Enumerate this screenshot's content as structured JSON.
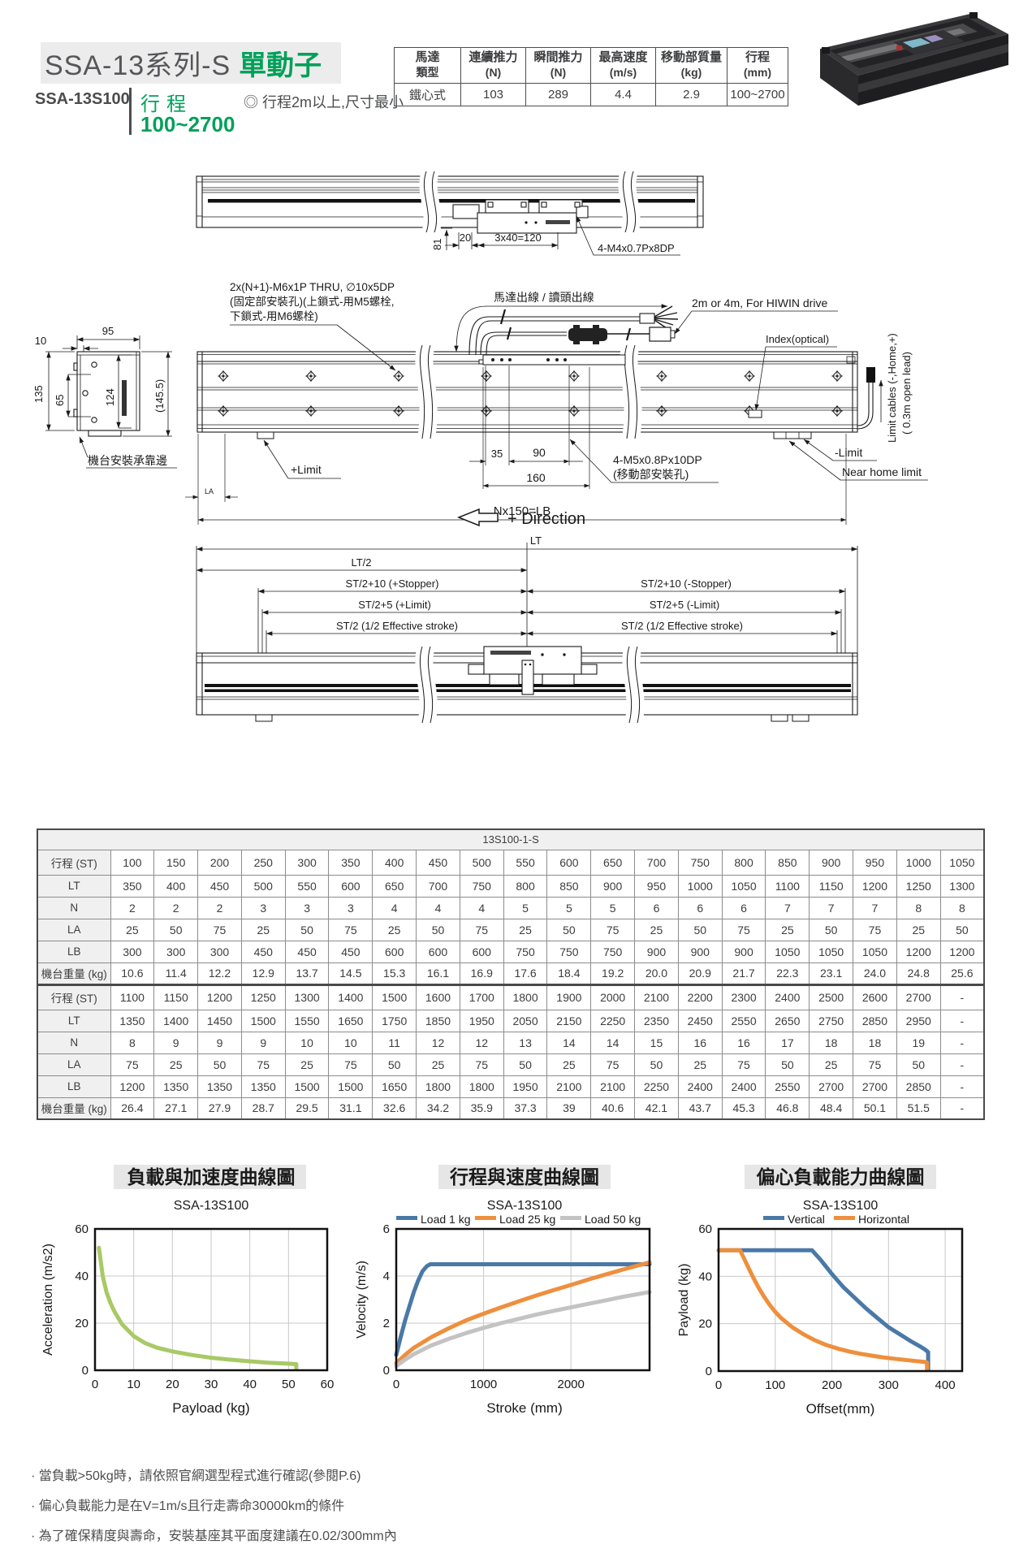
{
  "header": {
    "title_main": "SSA-13系列-S",
    "title_sub": "單動子",
    "model": "SSA-13S100",
    "stroke_label": "行程",
    "stroke_range": "100~2700",
    "note": "◎ 行程2m以上,尺寸最小",
    "accent_color": "#00a05a"
  },
  "spec_table": {
    "headers": [
      [
        "馬達",
        "類型"
      ],
      [
        "連續推力",
        "(N)"
      ],
      [
        "瞬間推力",
        "(N)"
      ],
      [
        "最高速度",
        "(m/s)"
      ],
      [
        "移動部質量",
        "(kg)"
      ],
      [
        "行程",
        "(mm)"
      ]
    ],
    "values": [
      "鐵心式",
      "103",
      "289",
      "4.4",
      "2.9",
      "100~2700"
    ]
  },
  "drawings": {
    "top": {
      "dim_81": "81",
      "dim_20": "20",
      "dim_120": "3x40=120",
      "holes": "4-M4x0.7Px8DP"
    },
    "side": {
      "fixing_l1": "2x(N+1)-M6x1P THRU, ∅10x5DP",
      "fixing_l2": "(固定部安裝孔)(上鎖式-用M5螺栓,",
      "fixing_l3": "下鎖式-用M6螺栓)",
      "motor_cable": "馬達出線 / 讀頭出線",
      "drive_cable": "2m or 4m, For HIWIN drive",
      "index": "Index(optical)",
      "limit_cables_l1": "Limit cables (-,Home,+)",
      "limit_cables_l2": "( 0.3m open lead)",
      "plus_limit": "+Limit",
      "minus_limit": "-Limit",
      "near_home": "Near home limit",
      "moving_l1": "4-M5x0.8Px10DP",
      "moving_l2": "(移動部安裝孔)",
      "nx150": "Nx150=LB",
      "la": "LA",
      "base_edge": "機台安裝承靠邊",
      "dim_95": "95",
      "dim_10": "10",
      "dim_135": "135",
      "dim_65": "65",
      "dim_124": "124",
      "dim_1455": "(145.5)",
      "dim_35": "35",
      "dim_90": "90",
      "dim_160": "160"
    },
    "stroke": {
      "direction": "+ Direction",
      "lt": "LT",
      "lt2": "LT/2",
      "stopper_p": "ST/2+10 (+Stopper)",
      "stopper_m": "ST/2+10 (-Stopper)",
      "limit_p": "ST/2+5 (+Limit)",
      "limit_m": "ST/2+5 (-Limit)",
      "stroke_p": "ST/2 (1/2 Effective stroke)",
      "stroke_m": "ST/2 (1/2 Effective stroke)"
    }
  },
  "dim_table": {
    "model_header": "13S100-1-S",
    "row_labels": [
      "行程 (ST)",
      "LT",
      "N",
      "LA",
      "LB",
      "機台重量 (kg)"
    ],
    "banks": [
      {
        "rows": [
          [
            "100",
            "150",
            "200",
            "250",
            "300",
            "350",
            "400",
            "450",
            "500",
            "550",
            "600",
            "650",
            "700",
            "750",
            "800",
            "850",
            "900",
            "950",
            "1000",
            "1050"
          ],
          [
            "350",
            "400",
            "450",
            "500",
            "550",
            "600",
            "650",
            "700",
            "750",
            "800",
            "850",
            "900",
            "950",
            "1000",
            "1050",
            "1100",
            "1150",
            "1200",
            "1250",
            "1300"
          ],
          [
            "2",
            "2",
            "2",
            "3",
            "3",
            "3",
            "4",
            "4",
            "4",
            "5",
            "5",
            "5",
            "6",
            "6",
            "6",
            "7",
            "7",
            "7",
            "8",
            "8"
          ],
          [
            "25",
            "50",
            "75",
            "25",
            "50",
            "75",
            "25",
            "50",
            "75",
            "25",
            "50",
            "75",
            "25",
            "50",
            "75",
            "25",
            "50",
            "75",
            "25",
            "50"
          ],
          [
            "300",
            "300",
            "300",
            "450",
            "450",
            "450",
            "600",
            "600",
            "600",
            "750",
            "750",
            "750",
            "900",
            "900",
            "900",
            "1050",
            "1050",
            "1050",
            "1200",
            "1200"
          ],
          [
            "10.6",
            "11.4",
            "12.2",
            "12.9",
            "13.7",
            "14.5",
            "15.3",
            "16.1",
            "16.9",
            "17.6",
            "18.4",
            "19.2",
            "20.0",
            "20.9",
            "21.7",
            "22.3",
            "23.1",
            "24.0",
            "24.8",
            "25.6"
          ]
        ]
      },
      {
        "rows": [
          [
            "1100",
            "1150",
            "1200",
            "1250",
            "1300",
            "1400",
            "1500",
            "1600",
            "1700",
            "1800",
            "1900",
            "2000",
            "2100",
            "2200",
            "2300",
            "2400",
            "2500",
            "2600",
            "2700",
            "-"
          ],
          [
            "1350",
            "1400",
            "1450",
            "1500",
            "1550",
            "1650",
            "1750",
            "1850",
            "1950",
            "2050",
            "2150",
            "2250",
            "2350",
            "2450",
            "2550",
            "2650",
            "2750",
            "2850",
            "2950",
            "-"
          ],
          [
            "8",
            "9",
            "9",
            "9",
            "10",
            "10",
            "11",
            "12",
            "12",
            "13",
            "14",
            "14",
            "15",
            "16",
            "16",
            "17",
            "18",
            "18",
            "19",
            "-"
          ],
          [
            "75",
            "25",
            "50",
            "75",
            "25",
            "75",
            "50",
            "25",
            "75",
            "50",
            "25",
            "75",
            "50",
            "25",
            "75",
            "50",
            "25",
            "75",
            "50",
            "-"
          ],
          [
            "1200",
            "1350",
            "1350",
            "1350",
            "1500",
            "1500",
            "1650",
            "1800",
            "1800",
            "1950",
            "2100",
            "2100",
            "2250",
            "2400",
            "2400",
            "2550",
            "2700",
            "2700",
            "2850",
            "-"
          ],
          [
            "26.4",
            "27.1",
            "27.9",
            "28.7",
            "29.5",
            "31.1",
            "32.6",
            "34.2",
            "35.9",
            "37.3",
            "39",
            "40.6",
            "42.1",
            "43.7",
            "45.3",
            "46.8",
            "48.4",
            "50.1",
            "51.5",
            "-"
          ]
        ]
      }
    ]
  },
  "chart_data": [
    {
      "type": "line",
      "title": "負載與加速度曲線圖",
      "subtitle": "SSA-13S100",
      "xlabel": "Payload (kg)",
      "ylabel": "Acceleration (m/s2)",
      "xlim": [
        0,
        60
      ],
      "ylim": [
        0,
        60
      ],
      "xticks": [
        0,
        10,
        20,
        30,
        40,
        50,
        60
      ],
      "yticks": [
        0,
        20,
        40,
        60
      ],
      "grid": true,
      "show_legend": false,
      "series": [
        {
          "name": "acceleration",
          "color": "#a8c966",
          "points": [
            [
              1,
              52
            ],
            [
              1.5,
              46
            ],
            [
              2,
              40
            ],
            [
              3,
              33
            ],
            [
              4,
              28.5
            ],
            [
              5,
              25
            ],
            [
              7,
              19.5
            ],
            [
              10,
              14.5
            ],
            [
              13,
              11.5
            ],
            [
              16,
              9.6
            ],
            [
              20,
              8
            ],
            [
              25,
              6.5
            ],
            [
              30,
              5.3
            ],
            [
              35,
              4.5
            ],
            [
              40,
              3.8
            ],
            [
              45,
              3.2
            ],
            [
              50,
              2.8
            ],
            [
              52,
              2.6
            ],
            [
              52,
              0.4
            ]
          ]
        }
      ],
      "layout": {
        "plot": [
          117,
          1513,
          286,
          174
        ],
        "title_band": [
          140,
          1434,
          237,
          30
        ],
        "cx": 260,
        "ylabel_x": 64,
        "legend_items": []
      }
    },
    {
      "type": "line",
      "title": "行程與速度曲線圖",
      "subtitle": "SSA-13S100",
      "xlabel": "Stroke (mm)",
      "ylabel": "Velocity (m/s)",
      "xlim": [
        0,
        2900
      ],
      "ylim": [
        0,
        6
      ],
      "xticks": [
        0,
        1000,
        2000
      ],
      "yticks": [
        0,
        2,
        4,
        6
      ],
      "grid": true,
      "show_legend": true,
      "series": [
        {
          "name": "Load 1 kg",
          "color": "#4a79a8",
          "points": [
            [
              0,
              0.65
            ],
            [
              50,
              1.4
            ],
            [
              100,
              2.1
            ],
            [
              150,
              2.7
            ],
            [
              200,
              3.3
            ],
            [
              250,
              3.8
            ],
            [
              300,
              4.2
            ],
            [
              350,
              4.42
            ],
            [
              390,
              4.5
            ],
            [
              2900,
              4.5
            ]
          ]
        },
        {
          "name": "Load 25 kg",
          "color": "#ee8f3d",
          "points": [
            [
              0,
              0.3
            ],
            [
              100,
              0.65
            ],
            [
              200,
              0.95
            ],
            [
              400,
              1.4
            ],
            [
              600,
              1.78
            ],
            [
              800,
              2.12
            ],
            [
              1000,
              2.4
            ],
            [
              1200,
              2.67
            ],
            [
              1400,
              2.92
            ],
            [
              1600,
              3.17
            ],
            [
              1800,
              3.4
            ],
            [
              2000,
              3.62
            ],
            [
              2200,
              3.85
            ],
            [
              2400,
              4.07
            ],
            [
              2600,
              4.28
            ],
            [
              2900,
              4.58
            ]
          ]
        },
        {
          "name": "Load 50 kg",
          "color": "#c3c3c3",
          "points": [
            [
              0,
              0.18
            ],
            [
              100,
              0.45
            ],
            [
              200,
              0.68
            ],
            [
              400,
              1.05
            ],
            [
              600,
              1.33
            ],
            [
              800,
              1.58
            ],
            [
              1000,
              1.8
            ],
            [
              1200,
              2.0
            ],
            [
              1400,
              2.18
            ],
            [
              1600,
              2.36
            ],
            [
              1800,
              2.52
            ],
            [
              2000,
              2.67
            ],
            [
              2200,
              2.82
            ],
            [
              2400,
              2.97
            ],
            [
              2600,
              3.12
            ],
            [
              2900,
              3.32
            ]
          ]
        }
      ],
      "layout": {
        "plot": [
          488,
          1513,
          312,
          174
        ],
        "title_band": [
          540,
          1434,
          212,
          30
        ],
        "cx": 646,
        "ylabel_x": 450,
        "legend_items": [
          {
            "x": 488
          },
          {
            "x": 585
          },
          {
            "x": 690
          }
        ]
      }
    },
    {
      "type": "line",
      "title": "偏心負載能力曲線圖",
      "subtitle": "SSA-13S100",
      "xlabel": "Offset(mm)",
      "ylabel": "Payload (kg)",
      "xlim": [
        0,
        430
      ],
      "ylim": [
        0,
        60
      ],
      "xticks": [
        0,
        100,
        200,
        300,
        400
      ],
      "yticks": [
        0,
        20,
        40,
        60
      ],
      "grid": true,
      "show_legend": true,
      "series": [
        {
          "name": "Vertical",
          "color": "#4a79a8",
          "points": [
            [
              0,
              51
            ],
            [
              165,
              51
            ],
            [
              180,
              47
            ],
            [
              200,
              41
            ],
            [
              220,
              35.5
            ],
            [
              240,
              31
            ],
            [
              260,
              26.5
            ],
            [
              280,
              22.5
            ],
            [
              300,
              18.5
            ],
            [
              320,
              15.5
            ],
            [
              340,
              12.5
            ],
            [
              355,
              10.5
            ],
            [
              365,
              9
            ],
            [
              370,
              8
            ],
            [
              370,
              0.5
            ]
          ]
        },
        {
          "name": "Horizontal",
          "color": "#ee8f3d",
          "points": [
            [
              0,
              51
            ],
            [
              38,
              51
            ],
            [
              50,
              45
            ],
            [
              60,
              40
            ],
            [
              70,
              35.5
            ],
            [
              80,
              31.5
            ],
            [
              90,
              28
            ],
            [
              100,
              25
            ],
            [
              110,
              22.5
            ],
            [
              120,
              20.5
            ],
            [
              130,
              18.5
            ],
            [
              140,
              17
            ],
            [
              150,
              15.5
            ],
            [
              170,
              13
            ],
            [
              190,
              11
            ],
            [
              210,
              9.5
            ],
            [
              230,
              8.3
            ],
            [
              250,
              7.3
            ],
            [
              270,
              6.5
            ],
            [
              290,
              5.8
            ],
            [
              310,
              5.2
            ],
            [
              330,
              4.7
            ],
            [
              350,
              4.2
            ],
            [
              365,
              3.8
            ],
            [
              368,
              3.6
            ],
            [
              368,
              0.4
            ]
          ]
        }
      ],
      "layout": {
        "plot": [
          885,
          1513,
          300,
          175
        ],
        "title_band": [
          917,
          1434,
          236,
          30
        ],
        "cx": 1035,
        "ylabel_x": 847,
        "legend_items": [
          {
            "x": 940
          },
          {
            "x": 1027
          }
        ]
      }
    }
  ],
  "notes": [
    "當負載>50kg時，請依照官網選型程式進行確認(參閱P.6)",
    "偏心負載能力是在V=1m/s且行走壽命30000km的條件",
    "為了確保精度與壽命，安裝基座其平面度建議在0.02/300mm內"
  ]
}
